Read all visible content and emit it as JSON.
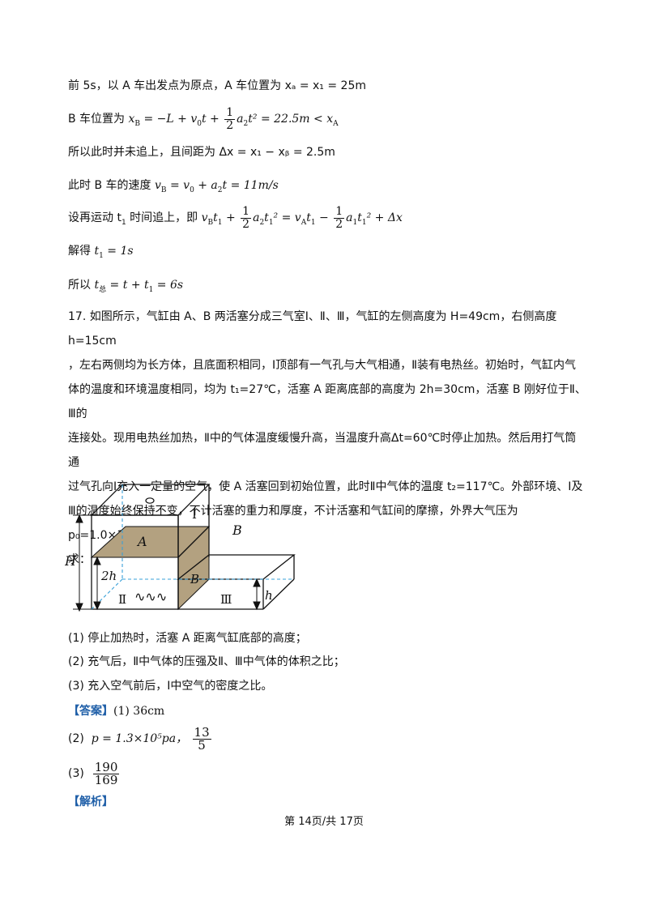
{
  "lines": {
    "l1": "前 5s，以 A 车出发点为原点，A 车位置为 xₐ = x₁ = 25m",
    "l2_pre": "B 车位置为 ",
    "l2_expr_a": "x",
    "l2_sub_a": "B",
    "l2_expr_b": " = −L + v",
    "l2_sub_b": "0",
    "l2_expr_c": "t + ",
    "l2_num": "1",
    "l2_den": "2",
    "l2_expr_d": "a",
    "l2_sub_d": "2",
    "l2_expr_e": "t² = 22.5m < x",
    "l2_sub_e": "A",
    "l3": "所以此时并未追上，且间距为 Δx = x₁ − xᵦ = 2.5m",
    "l4_pre": "此时 B 车的速度 ",
    "l4_expr": "v",
    "l4_sub1": "B",
    "l4_expr2": " = v",
    "l4_sub2": "0",
    "l4_expr3": " + a",
    "l4_sub3": "2",
    "l4_expr4": "t = 11m/s",
    "l5_pre": "设再运动 t",
    "l5_sub": "1",
    "l5_mid": " 时间追上，即 ",
    "l5_expr1": "v",
    "l5_s1": "B",
    "l5_expr2": "t",
    "l5_s2": "1",
    "l5_expr3": " + ",
    "l5_n1": "1",
    "l5_d1": "2",
    "l5_expr4": "a",
    "l5_s4": "2",
    "l5_expr5": "t",
    "l5_s5": "1",
    "l5_expr6": "² = v",
    "l5_s6": "A",
    "l5_expr7": "t",
    "l5_s7": "1",
    "l5_expr8": " − ",
    "l5_n2": "1",
    "l5_d2": "2",
    "l5_expr9": "a",
    "l5_s9": "1",
    "l5_expr10": "t",
    "l5_s10": "1",
    "l5_expr11": "² + Δx",
    "l6_pre": "解得 ",
    "l6_expr": "t",
    "l6_sub": "1",
    "l6_post": " = 1s",
    "l7_pre": "所以 ",
    "l7_expr": "t",
    "l7_sub": "总",
    "l7_post": " = t + t",
    "l7_sub2": "1",
    "l7_post2": " = 6s"
  },
  "problem": {
    "p1": "17. 如图所示，气缸由 A、B 两活塞分成三气室Ⅰ、Ⅱ、Ⅲ，气缸的左侧高度为 H=49cm，右侧高度 h=15cm",
    "p2": "，左右两侧均为长方体，且底面积相同，Ⅰ顶部有一气孔与大气相通，Ⅱ装有电热丝。初始时，气缸内气",
    "p3": "体的温度和环境温度相同，均为 t₁=27℃，活塞 A 距离底部的高度为 2h=30cm，活塞 B 刚好位于Ⅱ、Ⅲ的",
    "p4": "连接处。现用电热丝加热，Ⅱ中的气体温度缓慢升高，当温度升高Δt=60℃时停止加热。然后用打气筒通",
    "p5": "过气孔向Ⅰ充入一定量的空气，使 A 活塞回到初始位置，此时Ⅱ中气体的温度 t₂=117℃。外部环境、Ⅰ及",
    "p6": "Ⅲ的温度始终保持不变，不计活塞的重力和厚度，不计活塞和气缸间的摩擦，外界大气压为 p₀=1.0×10⁵Pa。",
    "p7": "求："
  },
  "figure": {
    "label_I": "Ⅰ",
    "label_II": "Ⅱ",
    "label_III": "Ⅲ",
    "label_A": "A",
    "label_B_piston": "B",
    "label_B_outside": "B",
    "label_H": "H",
    "label_2h": "2h",
    "label_h": "h",
    "heater": "∿∿∿"
  },
  "questions": {
    "q1": "(1)  停止加热时，活塞 A 距离气缸底部的高度；",
    "q2": "(2)  充气后，Ⅱ中气体的压强及Ⅱ、Ⅲ中气体的体积之比；",
    "q3": "(3)  充入空气前后，Ⅰ中空气的密度之比。"
  },
  "answer": {
    "tag": "【答案】",
    "a1": "(1)  36cm",
    "a2_label": "(2)",
    "a2_expr": "p = 1.3×10⁵pa，",
    "a2_num": "13",
    "a2_den": "5",
    "a3_label": "(3)",
    "a3_num": "190",
    "a3_den": "169",
    "analysis_tag": "【解析】"
  },
  "footer": "第 14页/共 17页"
}
